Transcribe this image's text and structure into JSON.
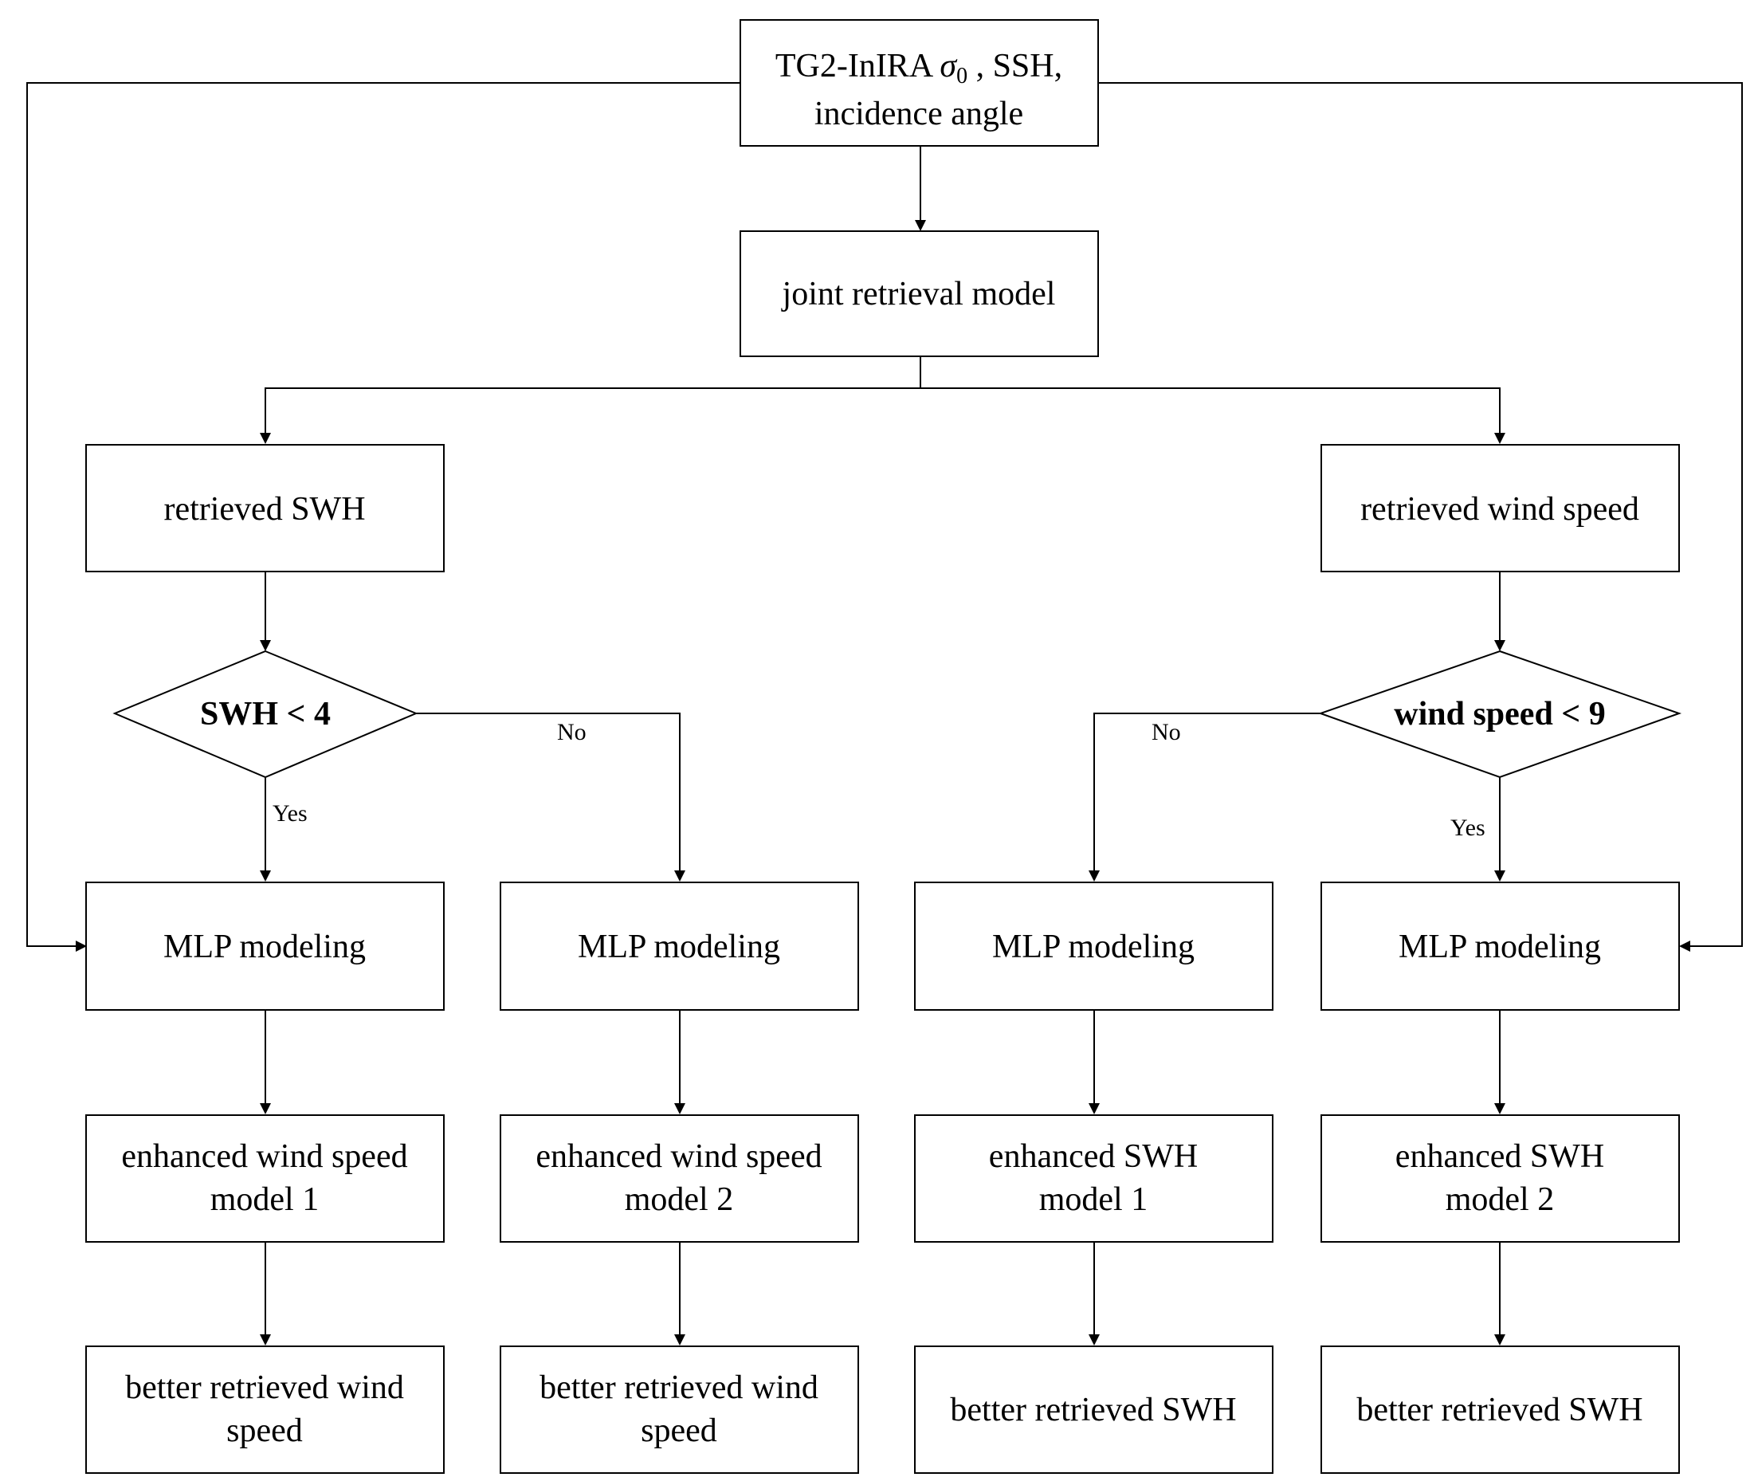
{
  "nodes": {
    "input": {
      "line1_prefix": "TG2-InIRA ",
      "sigma": "σ",
      "sigma_sub": "0",
      "line1_suffix": " , SSH,",
      "line2": "incidence angle"
    },
    "joint_model": "joint retrieval model",
    "retrieved_swh": "retrieved SWH",
    "retrieved_wind": "retrieved wind speed",
    "decision_swh": "SWH < 4",
    "decision_wind": "wind speed < 9",
    "mlp_1": "MLP modeling",
    "mlp_2": "MLP modeling",
    "mlp_3": "MLP modeling",
    "mlp_4": "MLP modeling",
    "enh_1": [
      "enhanced wind speed",
      "model 1"
    ],
    "enh_2": [
      "enhanced wind speed",
      "model 2"
    ],
    "enh_3": [
      "enhanced SWH",
      "model 1"
    ],
    "enh_4": [
      "enhanced SWH",
      "model 2"
    ],
    "out_1": [
      "better retrieved wind",
      "speed"
    ],
    "out_2": [
      "better retrieved wind",
      "speed"
    ],
    "out_3": "better retrieved SWH",
    "out_4": "better retrieved SWH"
  },
  "edge_labels": {
    "swh_yes": "Yes",
    "swh_no": "No",
    "wind_no": "No",
    "wind_yes": "Yes"
  }
}
